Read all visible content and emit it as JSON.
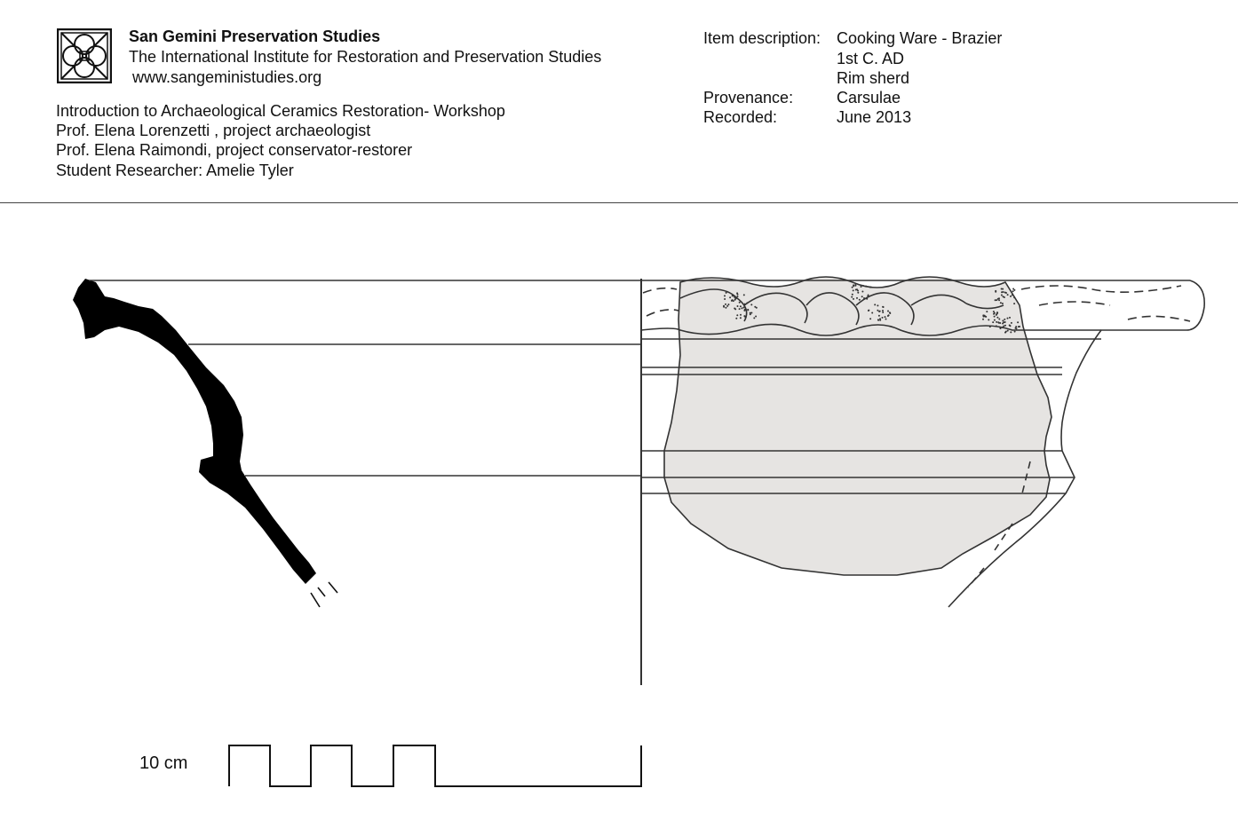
{
  "institution": {
    "name": "San Gemini Preservation Studies",
    "subtitle": "The International Institute for Restoration and Preservation Studies",
    "website": "www.sangeministudies.org",
    "logo_icon": "celtic-knot-logo-icon"
  },
  "course": {
    "title": "Introduction to Archaeological Ceramics Restoration- Workshop",
    "archaeologist": "Prof. Elena Lorenzetti , project archaeologist",
    "conservator": "Prof. Elena Raimondi,  project conservator-restorer",
    "student": "Student Researcher: Amelie Tyler"
  },
  "item": {
    "description_label": "Item description:",
    "description_lines": [
      "Cooking Ware - Brazier",
      "1st C. AD",
      "Rim sherd"
    ],
    "provenance_label": "Provenance:",
    "provenance": "Carsulae",
    "recorded_label": "Recorded:",
    "recorded": "June 2013"
  },
  "drawing": {
    "profile_color": "#000000",
    "sherd_fill": "#e6e4e2",
    "line_color": "#333333"
  },
  "scale_bar": {
    "label": "10 cm"
  }
}
